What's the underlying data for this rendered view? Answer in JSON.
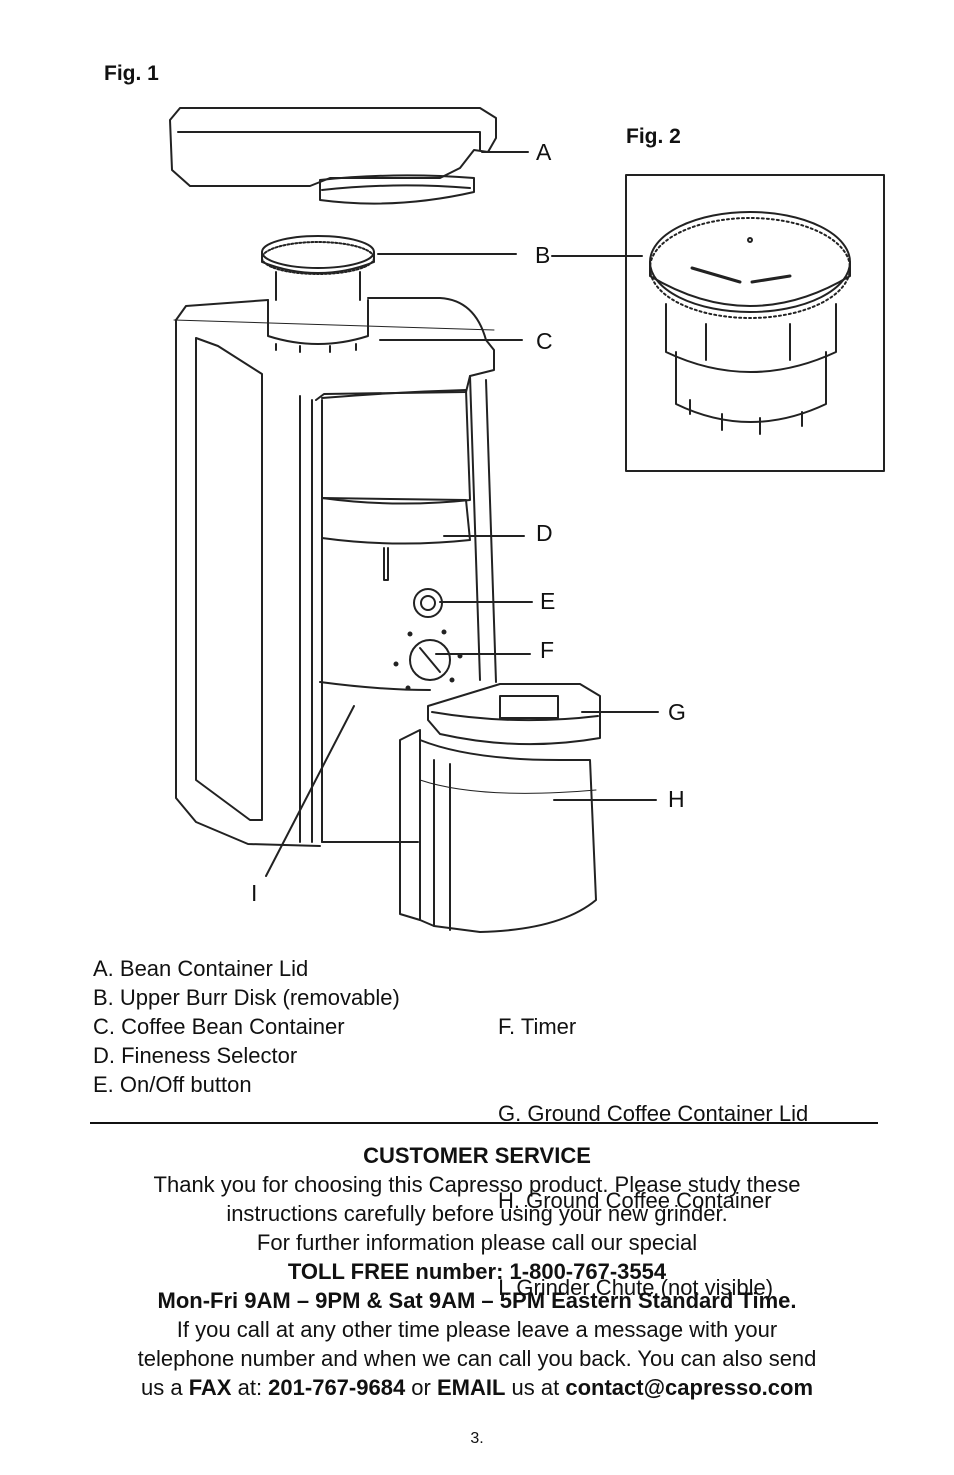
{
  "figures": {
    "fig1_label": "Fig. 1",
    "fig2_label": "Fig. 2",
    "callouts": [
      "A",
      "B",
      "C",
      "D",
      "E",
      "F",
      "G",
      "H",
      "I"
    ]
  },
  "legend": {
    "left": [
      "A. Bean Container Lid",
      "B. Upper Burr Disk (removable)",
      "C. Coffee Bean Container",
      "D. Fineness Selector",
      "E. On/Off button"
    ],
    "right": [
      "F.  Timer",
      "G. Ground Coffee Container Lid",
      "H. Ground Coffee Container",
      "I.   Grinder Chute (not visible)"
    ]
  },
  "customer_service": {
    "heading": "CUSTOMER SERVICE",
    "line1": "Thank you for choosing this Capresso product. Please study these",
    "line2": "instructions carefully before using your new grinder.",
    "line3": "For further information please call our special",
    "toll_free": "TOLL FREE number: 1-800-767-3554",
    "hours": "Mon-Fri 9AM – 9PM & Sat 9AM – 5PM Eastern Standard Time.",
    "line4": "If you call at any other time please leave a message with your",
    "line5": "telephone number and when we can call you back. You can also send",
    "line6_pre": "us a ",
    "fax_word": "FAX",
    "line6_mid": " at: ",
    "fax_number": "201-767-9684",
    "or_word": " or ",
    "email_word": "EMAIL",
    "line6_post": " us at ",
    "email": "contact@capresso.com"
  },
  "page_number": "3."
}
